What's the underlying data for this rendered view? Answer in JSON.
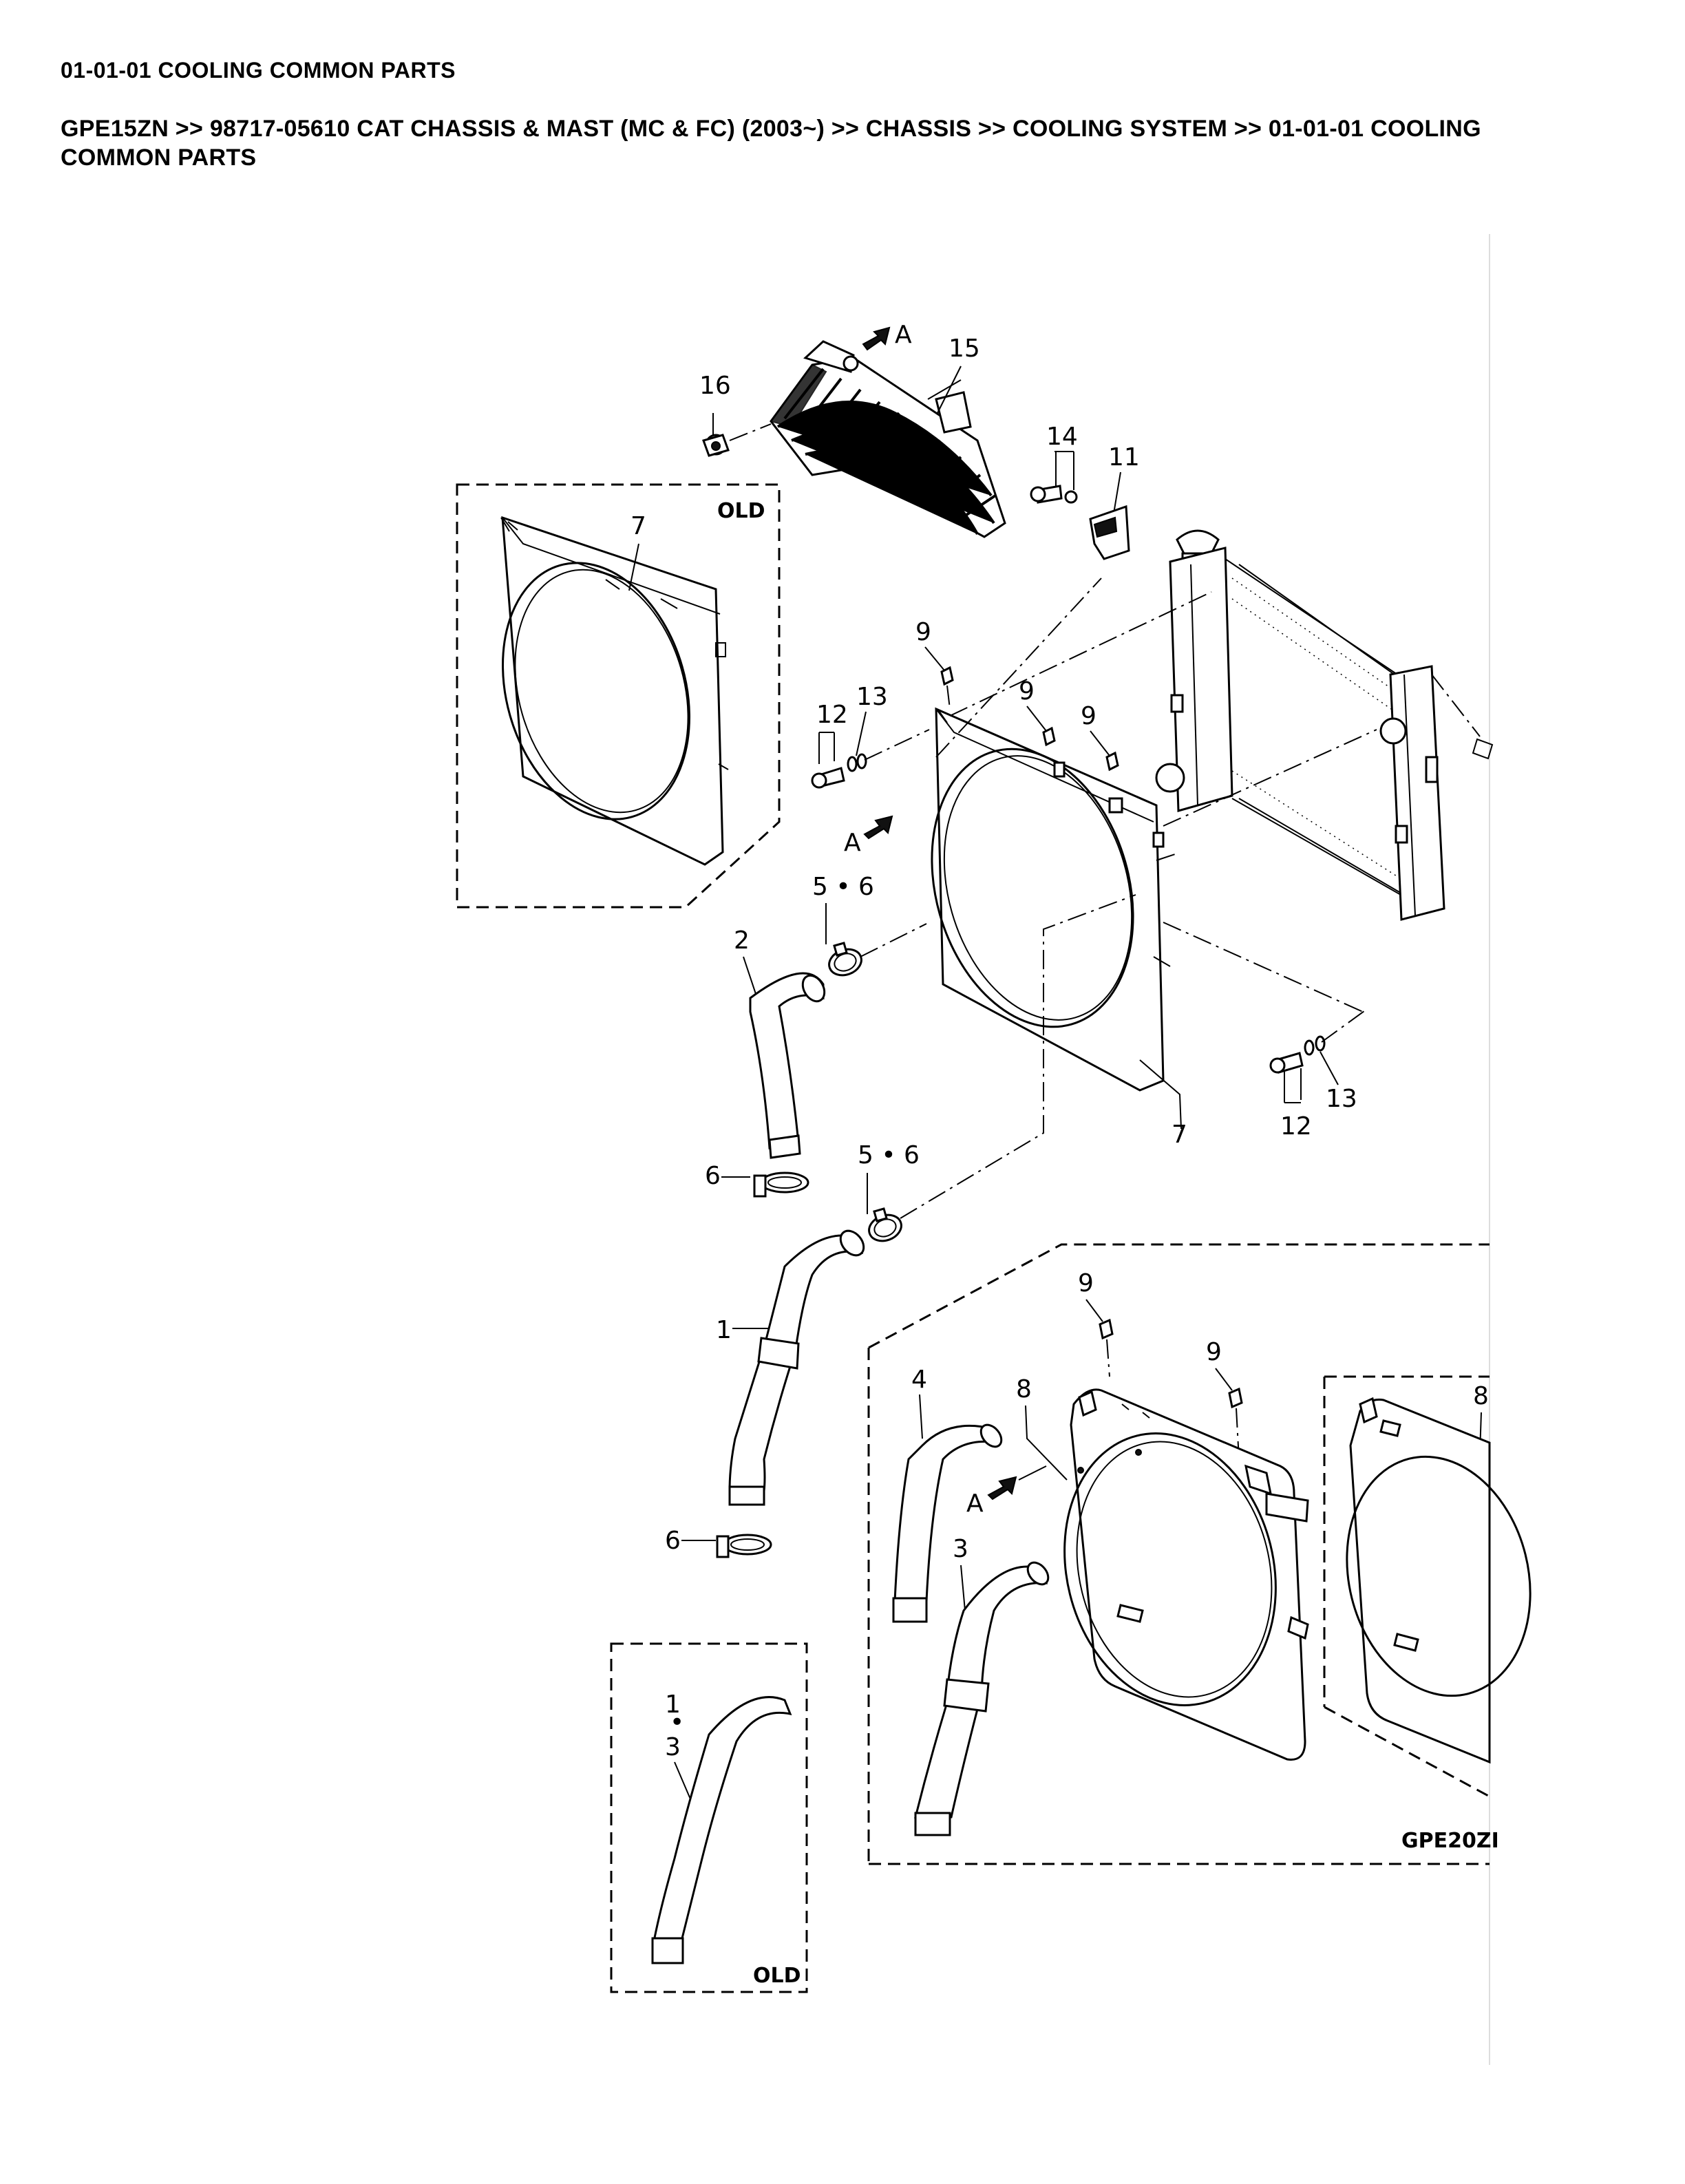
{
  "page": {
    "title": "01-01-01 COOLING COMMON PARTS",
    "breadcrumb": "GPE15ZN >> 98717-05610 CAT CHASSIS & MAST (MC & FC) (2003~) >> CHASSIS >> COOLING SYSTEM >> 01-01-01 COOLING COMMON PARTS"
  },
  "diagram": {
    "callouts": {
      "c16": "16",
      "c15": "15",
      "cA_top": "A",
      "c14": "14",
      "c11": "11",
      "c7_old": "7",
      "c9_a": "9",
      "c9_b": "9",
      "c9_c": "9",
      "c12_a": "12",
      "c13_a": "13",
      "cA_mid": "A",
      "c56_a": "5 • 6",
      "c2": "2",
      "c7_main": "7",
      "c12_b": "12",
      "c13_b": "13",
      "c6_a": "6",
      "c56_b": "5 • 6",
      "c1": "1",
      "c6_b": "6",
      "c9_d": "9",
      "c9_e": "9",
      "c4": "4",
      "c8_a": "8",
      "c8_b": "8",
      "cA_low": "A",
      "c3": "3",
      "c1_old": "1",
      "c3_old": "3"
    },
    "tags": {
      "old_top": "OLD",
      "old_bottom": "OLD",
      "model": "GPE20ZI"
    }
  }
}
